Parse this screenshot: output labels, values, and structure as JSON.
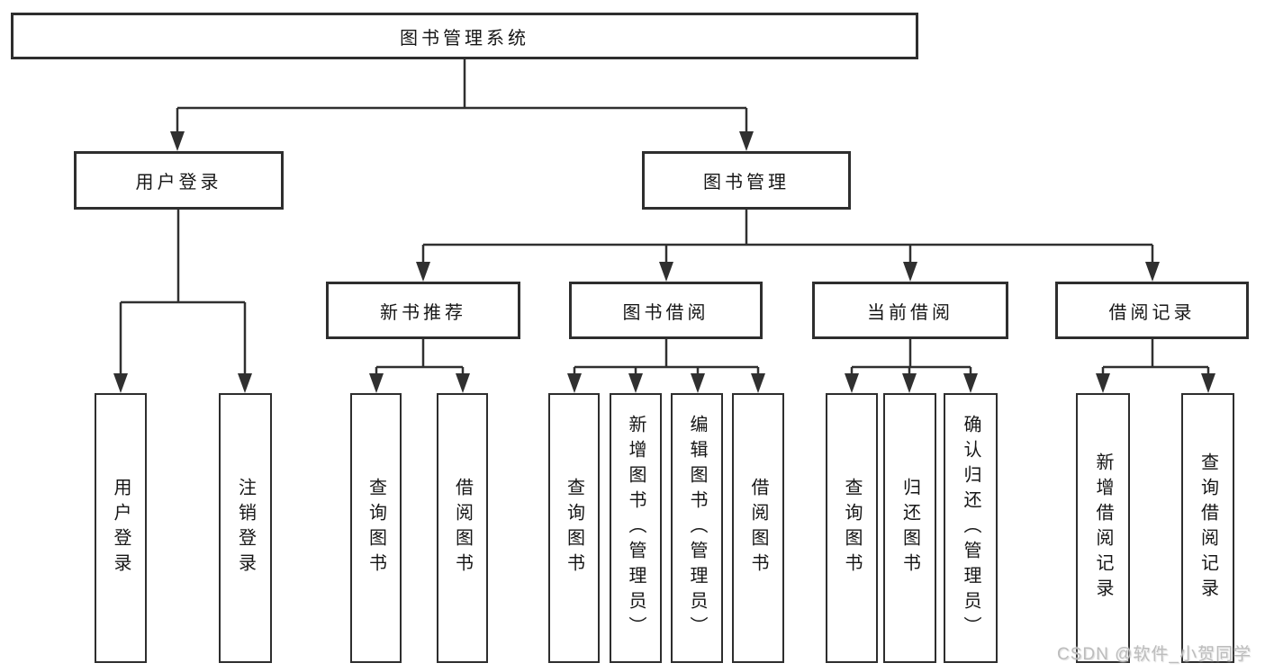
{
  "diagram_title": "图书管理系统",
  "watermark": "CSDN @软件_小贺同学",
  "colors": {
    "background": "#ffffff",
    "line": "#303030",
    "box_border": "#2e2e2e",
    "text": "#161616",
    "watermark_text": "#bcbcbc"
  },
  "tree": {
    "label": "图书管理系统",
    "children": [
      {
        "label": "用户登录",
        "children": [
          {
            "label": "用户登录"
          },
          {
            "label": "注销登录"
          }
        ]
      },
      {
        "label": "图书管理",
        "children": [
          {
            "label": "新书推荐",
            "children": [
              {
                "label": "查询图书"
              },
              {
                "label": "借阅图书"
              }
            ]
          },
          {
            "label": "图书借阅",
            "children": [
              {
                "label": "查询图书"
              },
              {
                "label": "新增图书（管理员）"
              },
              {
                "label": "编辑图书（管理员）"
              },
              {
                "label": "借阅图书"
              }
            ]
          },
          {
            "label": "当前借阅",
            "children": [
              {
                "label": "查询图书"
              },
              {
                "label": "归还图书"
              },
              {
                "label": "确认归还（管理员）"
              }
            ]
          },
          {
            "label": "借阅记录",
            "children": [
              {
                "label": "新增借阅记录"
              },
              {
                "label": "查询借阅记录"
              }
            ]
          }
        ]
      }
    ]
  }
}
